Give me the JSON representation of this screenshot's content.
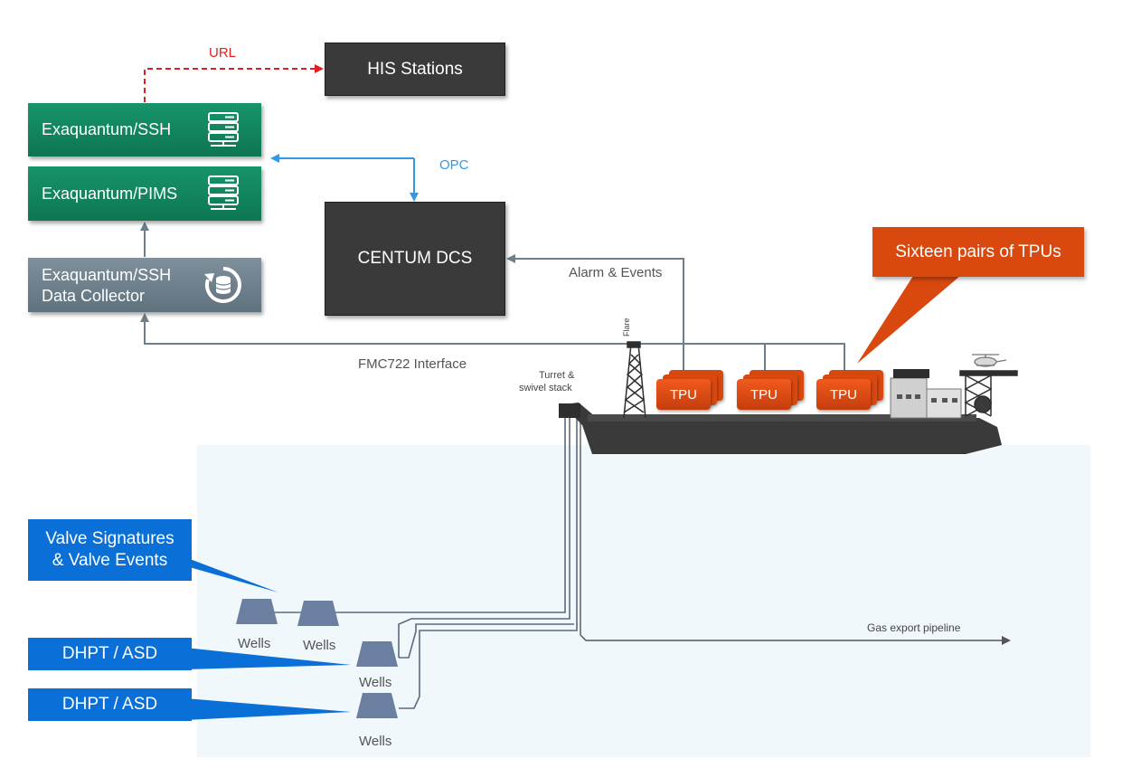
{
  "boxes": {
    "his": "HIS Stations",
    "ssh": "Exaquantum/SSH",
    "pims": "Exaquantum/PIMS",
    "collector_line1": "Exaquantum/SSH",
    "collector_line2": "Data Collector",
    "centum": "CENTUM DCS"
  },
  "connections": {
    "url": "URL",
    "opc": "OPC",
    "alarm": "Alarm & Events",
    "fmc": "FMC722 Interface"
  },
  "callouts": {
    "tpu_pairs": "Sixteen pairs of TPUs",
    "valve_line1": "Valve Signatures",
    "valve_line2": "& Valve Events",
    "dhpt_1": "DHPT / ASD",
    "dhpt_2": "DHPT / ASD"
  },
  "tpu_label": "TPU",
  "vessel": {
    "flare": "Flare",
    "turret_line1": "Turret &",
    "turret_line2": "swivel stack",
    "pipeline": "Gas export pipeline"
  },
  "wells": [
    "Wells",
    "Wells",
    "Wells",
    "Wells"
  ],
  "colors": {
    "green": "#0d7652",
    "collector_gray": "#6b7e89",
    "dark_box": "#3a3a3a",
    "tpu_orange": "#e0501a",
    "callout_blue": "#0a6fd6",
    "url_red": "#e02020",
    "opc_blue": "#3399e6",
    "sea": "#f1f8fc"
  },
  "icons": [
    "server-icon",
    "server-icon",
    "sync-database-icon"
  ]
}
